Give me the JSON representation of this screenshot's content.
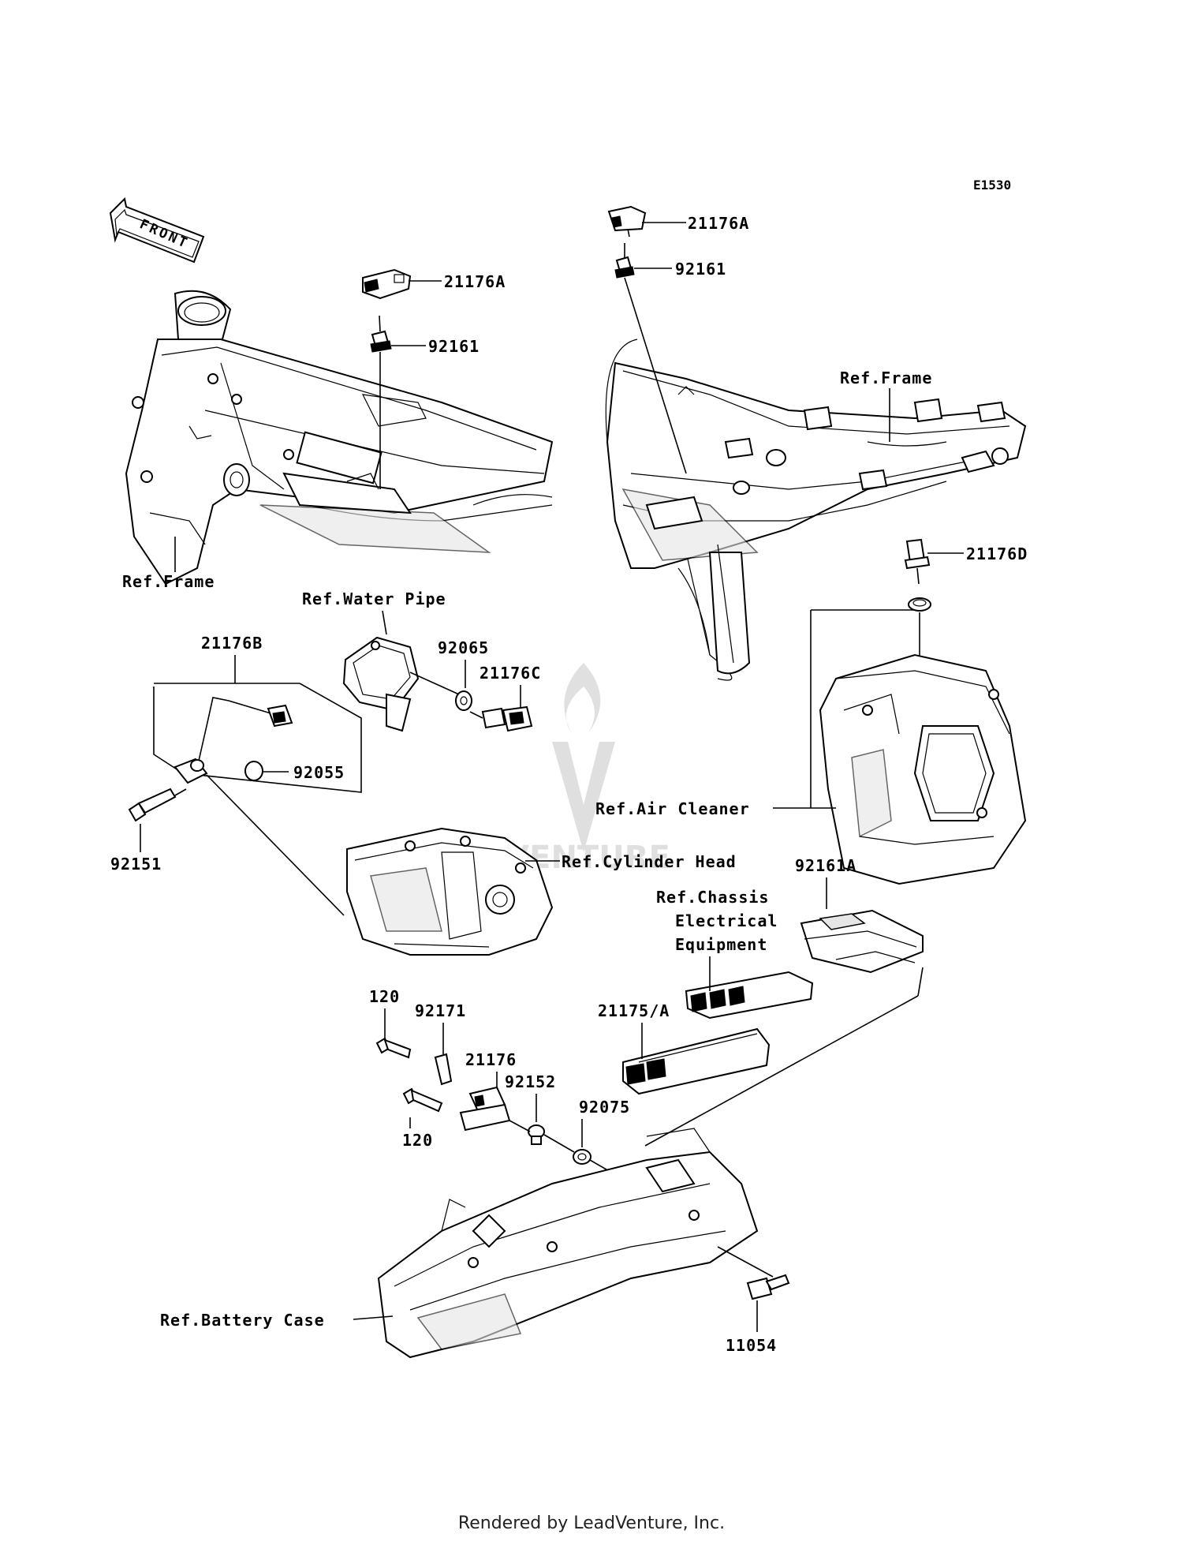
{
  "diagram_code": "E1530",
  "front_label": "FRONT",
  "watermark_text": "VENTURE",
  "footer": "Rendered by LeadVenture, Inc.",
  "labels": {
    "p21176A_left": "21176A",
    "p92161_left": "92161",
    "ref_frame_left": "Ref.Frame",
    "p21176A_right": "21176A",
    "p92161_right": "92161",
    "ref_frame_right": "Ref.Frame",
    "p21176D": "21176D",
    "ref_water_pipe": "Ref.Water Pipe",
    "p21176B": "21176B",
    "p92065": "92065",
    "p21176C": "21176C",
    "p92055": "92055",
    "p92151": "92151",
    "ref_air_cleaner": "Ref.Air Cleaner",
    "ref_cylinder_head": "Ref.Cylinder Head",
    "p92161A": "92161A",
    "ref_chassis_1": "Ref.Chassis",
    "ref_chassis_2": "Electrical",
    "ref_chassis_3": "Equipment",
    "p21175A": "21175/A",
    "p120_top": "120",
    "p92171": "92171",
    "p21176": "21176",
    "p92152": "92152",
    "p92075": "92075",
    "p120_bottom": "120",
    "ref_battery_case": "Ref.Battery Case",
    "p11054": "11054"
  }
}
